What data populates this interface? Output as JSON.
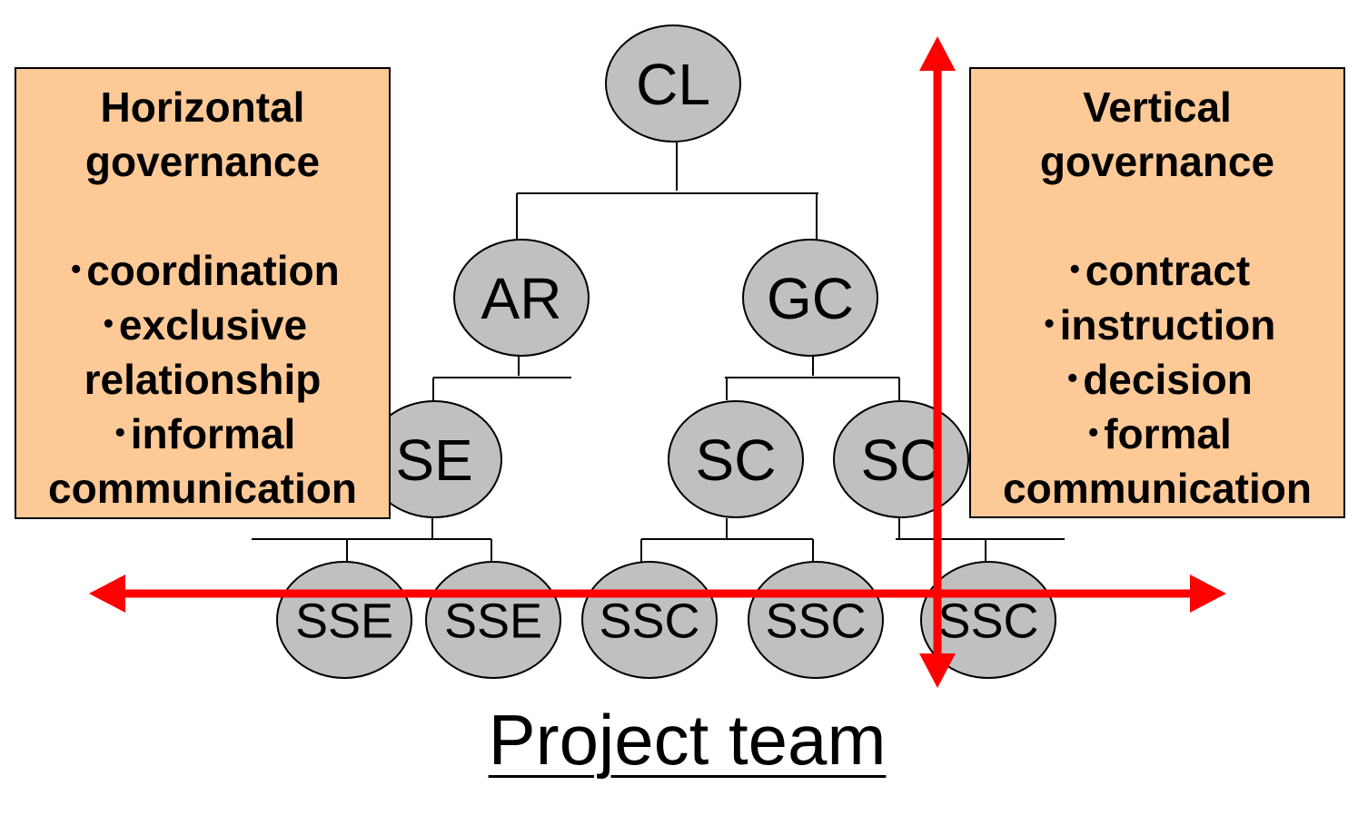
{
  "diagram": {
    "nodes": [
      {
        "id": "cl",
        "label": "CL"
      },
      {
        "id": "ar",
        "label": "AR"
      },
      {
        "id": "gc",
        "label": "GC"
      },
      {
        "id": "se",
        "label": "SE"
      },
      {
        "id": "sc1",
        "label": "SC"
      },
      {
        "id": "sc2",
        "label": "SC"
      },
      {
        "id": "sse1",
        "label": "SSE"
      },
      {
        "id": "sse2",
        "label": "SSE"
      },
      {
        "id": "ssc1",
        "label": "SSC"
      },
      {
        "id": "ssc2",
        "label": "SSC"
      },
      {
        "id": "ssc3",
        "label": "SSC"
      }
    ],
    "edges": [
      {
        "from": "cl",
        "to": "ar"
      },
      {
        "from": "cl",
        "to": "gc"
      },
      {
        "from": "ar",
        "to": "se"
      },
      {
        "from": "gc",
        "to": "sc1"
      },
      {
        "from": "gc",
        "to": "sc2"
      },
      {
        "from": "se",
        "to": "sse1"
      },
      {
        "from": "se",
        "to": "sse2"
      },
      {
        "from": "sc1",
        "to": "ssc1"
      },
      {
        "from": "sc1",
        "to": "ssc2"
      },
      {
        "from": "sc2",
        "to": "ssc3"
      }
    ],
    "colors": {
      "node_fill": "#c0c0c0",
      "node_stroke": "#000000",
      "arrow": "#ff0000",
      "box_fill": "#fdc997"
    }
  },
  "horizontal_box": {
    "title_line1": "Horizontal",
    "title_line2": "governance",
    "items": [
      "･coordination",
      "･exclusive",
      "relationship",
      "･informal",
      "communication"
    ]
  },
  "vertical_box": {
    "title_line1": "Vertical",
    "title_line2": "governance",
    "items": [
      "･contract",
      "･instruction",
      "･decision",
      "･formal",
      "communication"
    ]
  },
  "footer": {
    "title": "Project team"
  }
}
